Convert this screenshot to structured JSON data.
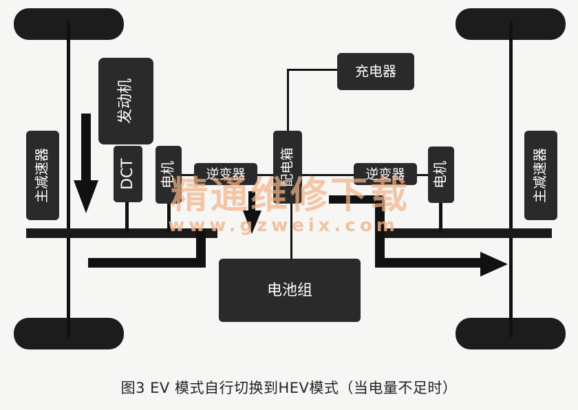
{
  "components": {
    "final_drive_left": "主减速器",
    "engine": "发动机",
    "dct": "DCT",
    "motor_left": "电机",
    "inverter_left": "逆变器",
    "power_distribution_box": "配电箱",
    "charger": "充电器",
    "inverter_right": "逆变器",
    "motor_right": "电机",
    "final_drive_right": "主减速器",
    "battery_pack": "电池组"
  },
  "watermark": {
    "chinese": "精通维修下载",
    "url": "www.gzweix.com"
  },
  "caption": "图3 EV 模式自行切换到HEV模式（当电量不足时）",
  "colors": {
    "component_fill": "#2a2a2a",
    "line": "#111111",
    "watermark": "#f2b48a",
    "background": "#f6f6f4"
  }
}
